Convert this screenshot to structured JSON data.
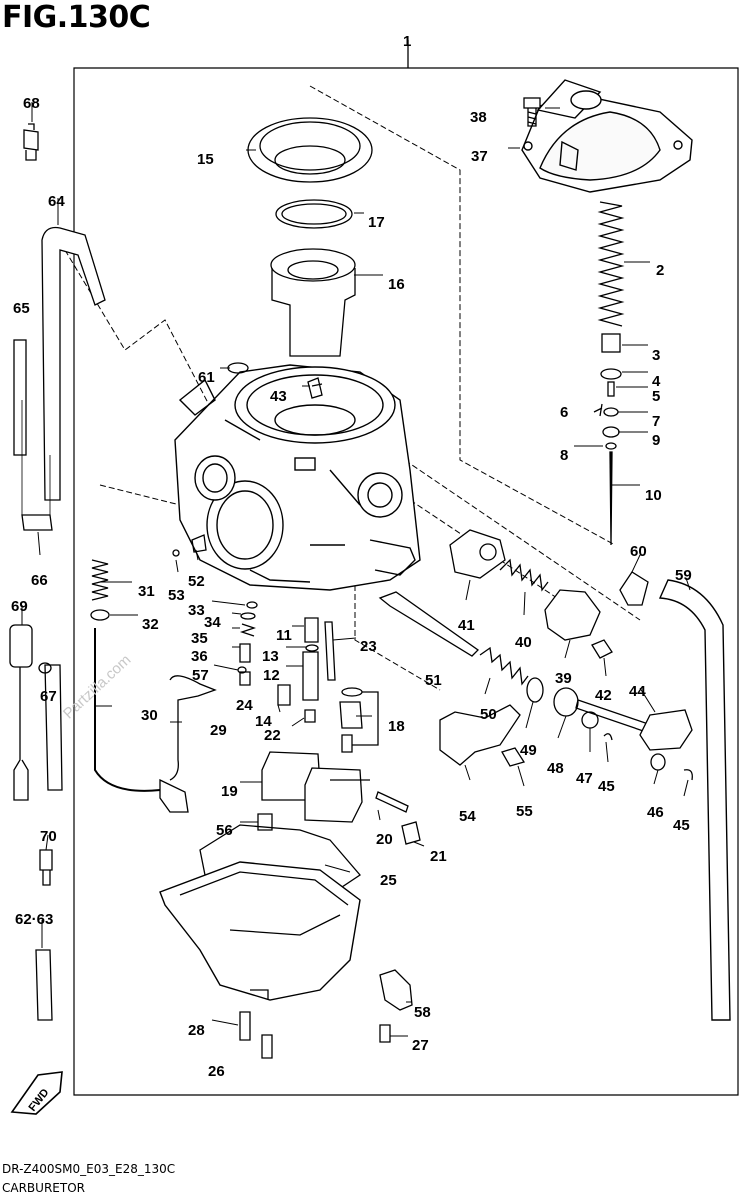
{
  "figure": {
    "title": "FIG.130C"
  },
  "footer": {
    "code": "DR-Z400SM0_E03_E28_130C",
    "name": "CARBURETOR"
  },
  "fwd_label": "FWD",
  "watermark": "Partzilla.com",
  "callouts": [
    {
      "id": "c1",
      "label": "1"
    },
    {
      "id": "c2",
      "label": "2"
    },
    {
      "id": "c3",
      "label": "3"
    },
    {
      "id": "c4",
      "label": "4"
    },
    {
      "id": "c5",
      "label": "5"
    },
    {
      "id": "c6",
      "label": "6"
    },
    {
      "id": "c7",
      "label": "7"
    },
    {
      "id": "c8",
      "label": "8"
    },
    {
      "id": "c9",
      "label": "9"
    },
    {
      "id": "c10",
      "label": "10"
    },
    {
      "id": "c11",
      "label": "11"
    },
    {
      "id": "c12",
      "label": "12"
    },
    {
      "id": "c13",
      "label": "13"
    },
    {
      "id": "c14",
      "label": "14"
    },
    {
      "id": "c15",
      "label": "15"
    },
    {
      "id": "c16",
      "label": "16"
    },
    {
      "id": "c17",
      "label": "17"
    },
    {
      "id": "c18",
      "label": "18"
    },
    {
      "id": "c19",
      "label": "19"
    },
    {
      "id": "c20",
      "label": "20"
    },
    {
      "id": "c21",
      "label": "21"
    },
    {
      "id": "c22",
      "label": "22"
    },
    {
      "id": "c23",
      "label": "23"
    },
    {
      "id": "c24",
      "label": "24"
    },
    {
      "id": "c25",
      "label": "25"
    },
    {
      "id": "c26",
      "label": "26"
    },
    {
      "id": "c27",
      "label": "27"
    },
    {
      "id": "c28",
      "label": "28"
    },
    {
      "id": "c29",
      "label": "29"
    },
    {
      "id": "c30",
      "label": "30"
    },
    {
      "id": "c31",
      "label": "31"
    },
    {
      "id": "c32",
      "label": "32"
    },
    {
      "id": "c33",
      "label": "33"
    },
    {
      "id": "c34",
      "label": "34"
    },
    {
      "id": "c35",
      "label": "35"
    },
    {
      "id": "c36",
      "label": "36"
    },
    {
      "id": "c37",
      "label": "37"
    },
    {
      "id": "c38",
      "label": "38"
    },
    {
      "id": "c39",
      "label": "39"
    },
    {
      "id": "c40",
      "label": "40"
    },
    {
      "id": "c41",
      "label": "41"
    },
    {
      "id": "c42",
      "label": "42"
    },
    {
      "id": "c43",
      "label": "43"
    },
    {
      "id": "c44",
      "label": "44"
    },
    {
      "id": "c45a",
      "label": "45"
    },
    {
      "id": "c45b",
      "label": "45"
    },
    {
      "id": "c46",
      "label": "46"
    },
    {
      "id": "c47",
      "label": "47"
    },
    {
      "id": "c48",
      "label": "48"
    },
    {
      "id": "c49",
      "label": "49"
    },
    {
      "id": "c50",
      "label": "50"
    },
    {
      "id": "c51",
      "label": "51"
    },
    {
      "id": "c52",
      "label": "52"
    },
    {
      "id": "c53",
      "label": "53"
    },
    {
      "id": "c54",
      "label": "54"
    },
    {
      "id": "c55",
      "label": "55"
    },
    {
      "id": "c56",
      "label": "56"
    },
    {
      "id": "c57",
      "label": "57"
    },
    {
      "id": "c58",
      "label": "58"
    },
    {
      "id": "c59",
      "label": "59"
    },
    {
      "id": "c60",
      "label": "60"
    },
    {
      "id": "c61",
      "label": "61"
    },
    {
      "id": "c62",
      "label": "62·63"
    },
    {
      "id": "c64",
      "label": "64"
    },
    {
      "id": "c65",
      "label": "65"
    },
    {
      "id": "c66",
      "label": "66"
    },
    {
      "id": "c67",
      "label": "67"
    },
    {
      "id": "c68",
      "label": "68"
    },
    {
      "id": "c69",
      "label": "69"
    },
    {
      "id": "c70",
      "label": "70"
    }
  ]
}
